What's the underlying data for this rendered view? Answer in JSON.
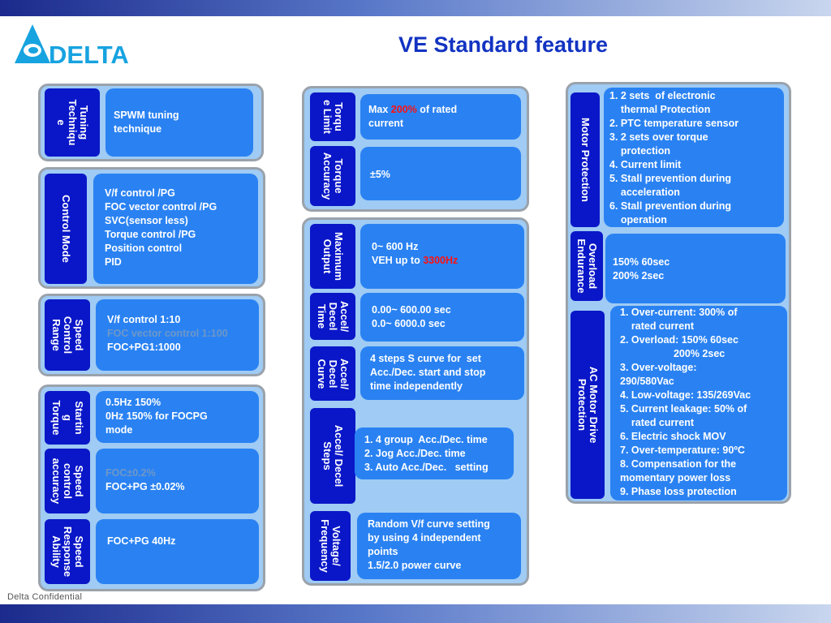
{
  "title": "VE Standard feature",
  "logo_text": "DELTA",
  "footer": "Delta Confidential",
  "colors": {
    "brand_blue": "#1233c2",
    "label_bg": "#0a17c8",
    "value_bg": "#2a82f2",
    "group_bg": "#9fcbf4",
    "highlight_red": "#ff1010"
  },
  "left": {
    "tuning": {
      "label": "Tuning\nTechniqu\ne",
      "lines": [
        "SPWM tuning",
        "technique"
      ]
    },
    "control_mode": {
      "label": "Control Mode",
      "lines": [
        "V/f control /PG",
        "FOC vector control /PG",
        "SVC(sensor less)",
        "Torque control /PG",
        "Position control",
        "PID"
      ]
    },
    "speed_range": {
      "label": "Speed\nControl\nRange",
      "lines": [
        "V/f control 1:10",
        "FOC vector control 1:100",
        "FOC+PG1:1000"
      ]
    },
    "starting_torque": {
      "label": "Startin\ng\nTorque",
      "lines": [
        "0.5Hz 150%",
        "0Hz 150% for FOCPG",
        "mode"
      ]
    },
    "speed_accuracy": {
      "label": "Speed\ncontrol\naccuracy",
      "lines": [
        "FOC±0.2%",
        "FOC+PG ±0.02%"
      ]
    },
    "speed_response": {
      "label": "Speed\nResponse\nAbility",
      "lines": [
        "FOC+PG 40Hz"
      ]
    }
  },
  "middle": {
    "torque_limit": {
      "label": "Torqu\ne Limit",
      "pre": "Max ",
      "highlight": "200%",
      "post": " of rated",
      "line2": "current"
    },
    "torque_accuracy": {
      "label": "Torque\nAccuracy",
      "lines": [
        "±5%"
      ]
    },
    "max_output": {
      "label": "Maximum\nOutput",
      "line1": "0~ 600 Hz",
      "pre": "VEH up to ",
      "highlight": "3300Hz"
    },
    "accel_time": {
      "label": "Accel/\nDecel\nTime",
      "lines": [
        "0.00~ 600.00 sec",
        "0.0~ 6000.0 sec"
      ]
    },
    "accel_curve": {
      "label": "Accel/\nDecel\nCurve",
      "lines": [
        "4 steps S curve for  set",
        "Acc./Dec. start and stop",
        "time independently"
      ]
    },
    "accel_steps": {
      "label": "Accel/ Decel\nSteps",
      "lines": [
        "1. 4 group  Acc./Dec. time",
        "2. Jog Acc./Dec. time",
        "3. Auto Acc./Dec.   setting"
      ]
    },
    "vf": {
      "label": "Voltage/\nFrequency",
      "lines": [
        "Random V/f curve setting",
        "by using 4 independent",
        "points",
        "1.5/2.0 power curve"
      ]
    }
  },
  "right": {
    "motor_protection": {
      "label": "Motor Protection",
      "lines": [
        "1. 2 sets  of electronic",
        "    thermal Protection",
        "2. PTC temperature sensor",
        "3. 2 sets over torque",
        "    protection",
        "4. Current limit",
        "5. Stall prevention during",
        "    acceleration",
        "6. Stall prevention during",
        "    operation"
      ]
    },
    "overload": {
      "label": "Overload\nEndurance",
      "lines": [
        "150% 60sec",
        "200% 2sec"
      ]
    },
    "ac_protection": {
      "label": "AC Motor Drive\nProtection",
      "lines": [
        "1. Over-current: 300% of",
        "    rated current",
        "2. Overload: 150% 60sec",
        "                   200% 2sec",
        "3. Over-voltage:",
        "290/580Vac",
        "4. Low-voltage: 135/269Vac",
        "5. Current leakage: 50% of",
        "    rated current",
        "6. Electric shock MOV",
        "7. Over-temperature: 90ºC",
        "8. Compensation for the",
        "momentary power loss",
        "9. Phase loss protection"
      ]
    }
  }
}
